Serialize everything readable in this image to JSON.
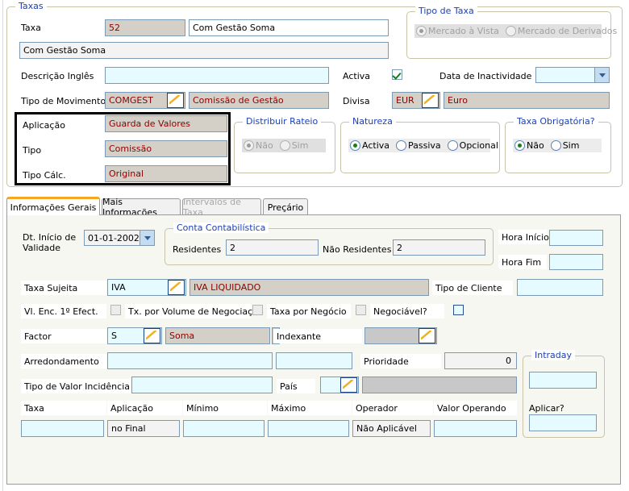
{
  "taxas_group": {
    "title": "Taxas",
    "rows": {
      "taxa_label": "Taxa",
      "taxa_code": "52",
      "taxa_name": "Com Gestão Soma",
      "descricao_pt": "Com Gestão Soma",
      "descricao_ingles_label": "Descrição Inglês",
      "descricao_ingles_value": "",
      "tipo_movimento_label": "Tipo de Movimento",
      "tipo_movimento_code": "COMGEST",
      "tipo_movimento_desc": "Comissão de Gestão",
      "activa_label": "Activa",
      "activa_checked": true,
      "data_inactividade_label": "Data de Inactividade",
      "data_inactividade_value": "",
      "divisa_label": "Divisa",
      "divisa_code": "EUR",
      "divisa_desc": "Euro"
    },
    "tipo_taxa": {
      "title": "Tipo de Taxa",
      "disabled": true,
      "options": [
        "Mercado à Vista",
        "Mercado de Derivados"
      ],
      "selected": "Mercado à Vista"
    },
    "aplicacao_label": "Aplicação",
    "aplicacao_value": "Guarda de Valores",
    "tipo_label": "Tipo",
    "tipo_value": "Comissão",
    "tipo_calc_label": "Tipo Cálc.",
    "tipo_calc_value": "Original",
    "distribuir_rateio": {
      "title": "Distribuir Rateio",
      "disabled": true,
      "options": [
        "Não",
        "Sim"
      ],
      "selected": "Não"
    },
    "natureza": {
      "title": "Natureza",
      "options": [
        "Activa",
        "Passiva",
        "Opcional"
      ],
      "selected": "Activa"
    },
    "taxa_obrigatoria": {
      "title": "Taxa Obrigatória?",
      "options": [
        "Não",
        "Sim"
      ],
      "selected": "Não"
    }
  },
  "tabs": [
    {
      "label": "Informações Gerais",
      "active": true,
      "disabled": false
    },
    {
      "label": "Mais Informações",
      "active": false,
      "disabled": false
    },
    {
      "label": "Intervalos de Taxa",
      "active": false,
      "disabled": true
    },
    {
      "label": "Preçário",
      "active": false,
      "disabled": false
    }
  ],
  "panel": {
    "dt_inicio_label_line1": "Dt. Início de",
    "dt_inicio_label_line2": "Validade",
    "dt_inicio_value": "01-01-2002",
    "conta_contabilistica": {
      "title": "Conta Contabilística",
      "residentes_label": "Residentes",
      "residentes_value": "2",
      "nao_residentes_label": "Não Residentes",
      "nao_residentes_value": "2"
    },
    "hora_inicio_label": "Hora Início",
    "hora_inicio_value": "",
    "hora_fim_label": "Hora Fim",
    "hora_fim_value": "",
    "taxa_sujeita_label": "Taxa Sujeita",
    "taxa_sujeita_code": "IVA",
    "taxa_sujeita_desc": "IVA LIQUIDADO",
    "tipo_cliente_label": "Tipo de Cliente",
    "tipo_cliente_value": "",
    "vl_enc_label": "Vl. Enc. 1º Efect.",
    "vl_enc_checked": false,
    "tx_volume_label": "Tx. por Volume de Negociação",
    "tx_volume_checked": false,
    "taxa_negocio_label": "Taxa por Negócio",
    "taxa_negocio_checked": false,
    "negociavel_label": "Negociável?",
    "negociavel_checked": false,
    "factor_label": "Factor",
    "factor_code": "S",
    "factor_desc": "Soma",
    "indexante_label": "Indexante",
    "indexante_value": "",
    "arredondamento_label": "Arredondamento",
    "arredondamento_value": "",
    "arredondamento_value2": "",
    "prioridade_label": "Prioridade",
    "prioridade_value": "0",
    "tipo_valor_incidencia_label": "Tipo de Valor Incidência",
    "tipo_valor_incidencia_value": "",
    "pais_label": "País",
    "pais_code": "",
    "pais_desc": "",
    "intraday": {
      "title": "Intraday",
      "field1_value": "",
      "aplicar_label": "Aplicar?",
      "aplicar_value": ""
    },
    "table": {
      "headers": [
        "Taxa",
        "Aplicação",
        "Mínimo",
        "Máximo",
        "Operador",
        "Valor Operando"
      ],
      "row": [
        "",
        "no Final",
        "",
        "",
        "Não Aplicável",
        ""
      ]
    }
  },
  "icons": {
    "pencil": "pencil-icon",
    "chevron_down": "chevron-down-icon",
    "check": "check-icon"
  },
  "colors": {
    "accent_orange": "#f5a623",
    "group_title_blue": "#1d3fb0",
    "value_red": "#8b0000",
    "field_bg": "#e6fbff",
    "readonly_bg": "#d4d0c8"
  }
}
